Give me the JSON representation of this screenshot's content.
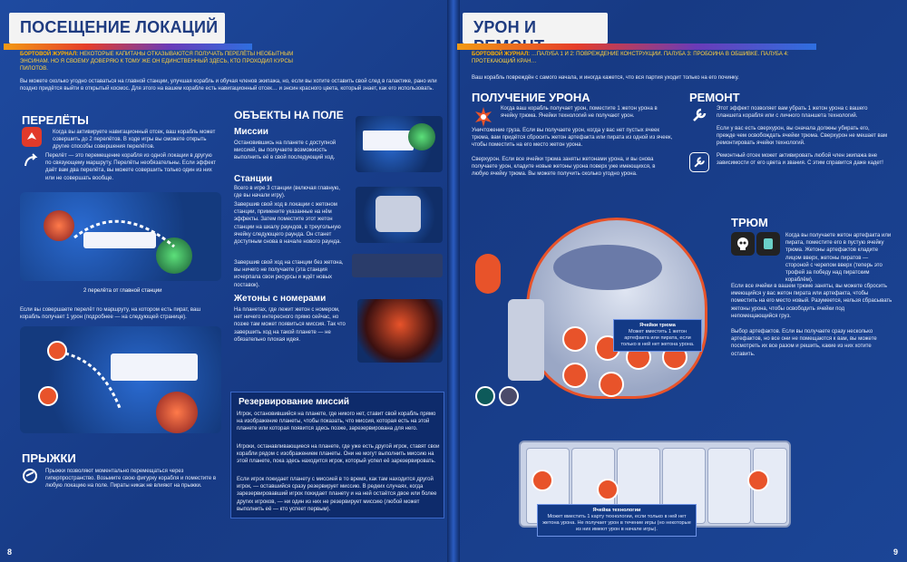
{
  "left_page": {
    "title": "ПОСЕЩЕНИЕ ЛОКАЦИЙ",
    "log_label": "БОРТОВОЙ ЖУРНАЛ:",
    "log_text": "НЕКОТОРЫЕ КАПИТАНЫ ОТКАЗЫВАЮТСЯ ПОЛУЧАТЬ ПЕРЕЛЁТЫ НЕОБЫТНЫМ ЭНСИНАМ. НО Я СВОЕМУ ДОВЕРЯЮ К ТОМУ ЖЕ ОН ЕДИНСТВЕННЫЙ ЗДЕСЬ, КТО ПРОХОДИЛ КУРСЫ ПИЛОТОВ.",
    "intro": "Вы можете сколько угодно оставаться на главной станции, улучшая корабль и обучая членов экипажа, но, если вы хотите оставить свой след в галактике, рано или поздно придётся выйти в открытый космос. Для этого на вашем корабле есть навигационный отсек… и энсин красного цвета, который знает, как его использовать.",
    "flights_h": "ПЕРЕЛЁТЫ",
    "flights_p1": "Когда вы активируете навигационный отсек, ваш корабль может совершить до 2 перелётов. В ходе игры вы сможете открыть другие способы совершения перелётов.",
    "flights_p2": "Перелёт — это перемещение корабля из одной локации в другую по связующему маршруту. Перелёты необязательны. Если эффект даёт вам два перелёта, вы можете совершить только один из них или не совершать вообще.",
    "map_caption": "2 перелёта от главной станции",
    "pirate_p": "Если вы совершаете перелёт по маршруту, на котором есть пират, ваш корабль получает 1 урон (подробнее — на следующей странице).",
    "jumps_h": "ПРЫЖКИ",
    "jumps_p": "Прыжки позволяют моментально перемещаться через гиперпространство. Возьмите свою фигурку корабля и поместите в любую локацию на поле. Пираты никак не влияют на прыжки.",
    "objects_h": "ОБЪЕКТЫ НА ПОЛЕ",
    "missions_h": "Миссии",
    "missions_p": "Остановившись на планете с доступной миссией, вы получаете возможность выполнить её в свой последующий ход.",
    "stations_h": "Станции",
    "stations_p1": "Всего в игре 3 станции (включая главную, где вы начали игру).",
    "stations_p2": "Завершив свой ход в локации с жетоном станции, примените указанные на нём эффекты. Затем поместите этот жетон станции на шкалу раундов, в треугольную ячейку следующего раунда. Он станет доступным снова в начале нового раунда.",
    "stations_p3": "Завершив свой ход на станции без жетона, вы ничего не получаете (эта станция исчерпала свои ресурсы и ждёт новых поставок).",
    "tokens_h": "Жетоны с номерами",
    "tokens_p": "На планетах, где лежит жетон с номером, нет ничего интересного прямо сейчас, но позже там может появиться миссия. Так что завершить ход на такой планете — не обязательно плохая идея.",
    "reserve_h": "Резервирование миссий",
    "reserve_p1": "Игрок, остановившийся на планете, где никого нет, ставит свой корабль прямо на изображение планеты, чтобы показать, что миссия, которая есть на этой планете или которая появится здесь позже, зарезервирована для него.",
    "reserve_p2": "Игроки, останавливающиеся на планете, где уже есть другой игрок, ставят свои корабли рядом с изображением планеты. Они не могут выполнить миссию на этой планете, пока здесь находится игрок, который успел её зарезервировать.",
    "reserve_p3": "Если игрок покидает планету с миссией в то время, как там находится другой игрок, — оставшийся сразу резервирует миссию. В редких случаях, когда зарезервировавший игрок покидает планету и на ней остаётся двое или более других игроков, — ни один из них не резервирует миссию (любой может выполнить её — кто успеет первым).",
    "page_num": "8"
  },
  "right_page": {
    "title": "УРОН И РЕМОНТ",
    "log_label": "БОРТОВОЙ ЖУРНАЛ:",
    "log_text": "…ПАЛУБА 1 И 2: ПОВРЕЖДЕНИЕ КОНСТРУКЦИИ. ПАЛУБА 3: ПРОБОИНА В ОБШИВКЕ. ПАЛУБА 4: ПРОТЕКАЮЩИЙ КРАН…",
    "intro": "Ваш корабль повреждён с самого начала, и иногда кажется, что вся партия уходит только на его починку.",
    "damage_h": "ПОЛУЧЕНИЕ УРОНА",
    "damage_p1": "Когда ваш корабль получает урон, поместите 1 жетон урона в ячейку трюма. Ячейки технологий не получают урон.",
    "damage_p2": "Уничтожение груза. Если вы получаете урон, когда у вас нет пустых ячеек трюма, вам придётся сбросить жетон артефакта или пирата из одной из ячеек, чтобы поместить на его место жетон урона.",
    "damage_p3": "Сверхурон. Если все ячейки трюма заняты жетонами урона, и вы снова получаете урон, кладите новые жетоны урона поверх уже имеющихся, в любую ячейку трюма. Вы можете получить сколько угодно урона.",
    "repair_h": "РЕМОНТ",
    "repair_p1": "Этот эффект позволяет вам убрать 1 жетон урона с вашего планшета корабля или с личного планшета технологий.",
    "repair_p2": "Если у вас есть сверхурон, вы сначала должны убирать его, прежде чем освобождать ячейки трюма. Сверхурон не мешает вам ремонтировать ячейки технологий.",
    "repair_p3": "Ремонтный отсек может активировать любой член экипажа вне зависимости от его цвета и звания. С этим справится даже кадет!",
    "hold_h": "ТРЮМ",
    "hold_p1": "Когда вы получаете жетон артефакта или пирата, поместите его в пустую ячейку трюма. Жетоны артефактов кладите лицом вверх, жетоны пиратов — стороной с черепом вверх (теперь это трофей за победу над пиратским кораблём).",
    "hold_p2": "Если все ячейки в вашем трюме заняты, вы можете сбросить имеющийся у вас жетон пирата или артефакта, чтобы поместить на его место новый. Разумеется, нельзя сбрасывать жетоны урона, чтобы освободить ячейки под непомещающийся груз.",
    "hold_p3": "Выбор артефактов. Если вы получаете сразу несколько артефактов, но все они не помещаются к вам, вы можете посмотреть их все разом и решить, какие из них хотите оставить.",
    "callout_hold_t": "Ячейки трюма",
    "callout_hold_p": "Может вместить 1 жетон артефакта или пирата, если только в ней нет жетона урона.",
    "callout_tech_t": "Ячейка технологии",
    "callout_tech_p": "Может вместить 1 карту технологии, если только в ней нет жетона урона. Не получает урон в течение игры (но некоторые из них имеют урон в начале игры).",
    "page_num": "9"
  },
  "colors": {
    "accent_orange": "#f29a14",
    "damage_red": "#e8532a",
    "bg_blue": "#1e4aa0",
    "log_yellow": "#ffd23f"
  }
}
